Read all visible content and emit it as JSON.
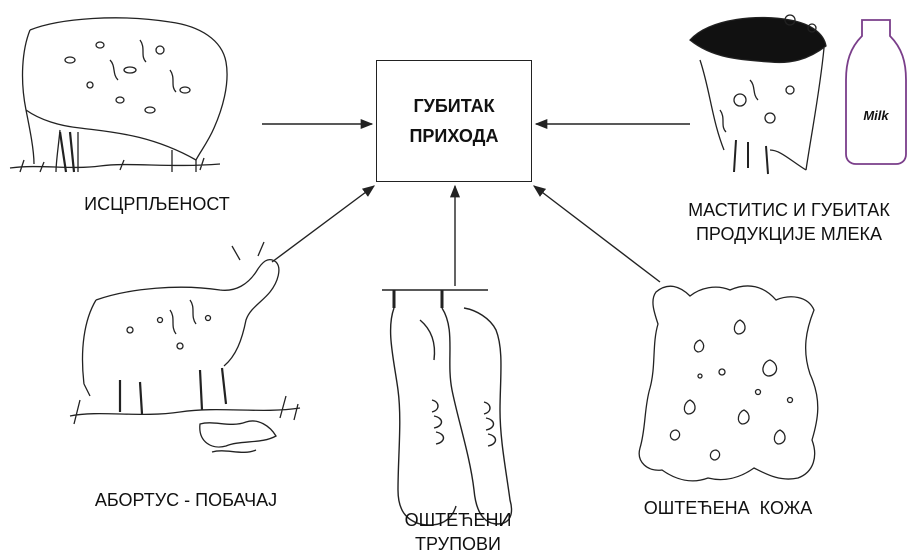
{
  "center": {
    "line1": "ГУБИТАК",
    "line2": "ПРИХОДА"
  },
  "causes": {
    "exhaustion": "ИСЦРПЉЕНОСТ",
    "mastitis_line1": "МАСТИТИС И ГУБИТАК",
    "mastitis_line2": "ПРОДУКЦИЈЕ МЛЕКА",
    "abortion": "АБОРТУС - ПОБАЧАЈ",
    "carcass_line1": "ОШТЕЋЕНИ",
    "carcass_line2": "ТРУПОВИ",
    "hide": "ОШТЕЋЕНА  КОЖА"
  },
  "milk_bottle_label": "Milk",
  "colors": {
    "line": "#222222",
    "bottle": "#7a3e8a",
    "background": "#ffffff"
  }
}
